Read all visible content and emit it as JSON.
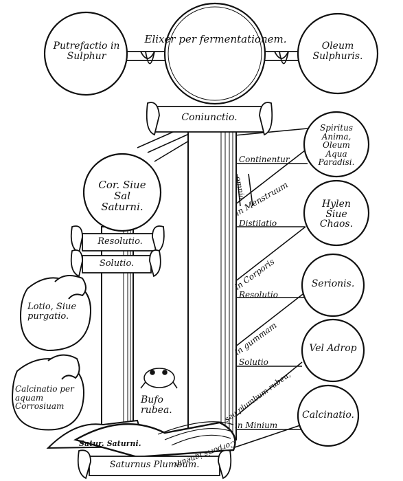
{
  "circles": {
    "elixir": "Elixer per fermentationem.",
    "putrefactio": "Putrefactio in Sulphur",
    "oleum": "Oleum Sulphuris.",
    "cor": "Cor. Siue Sal Saturni.",
    "spiritus": "Spiritus Anima, Oleum Aqua Paradisi.",
    "hylen": "Hylen Siue Chaos.",
    "serionis": "Serionis.",
    "adrop": "Vel Adrop",
    "calcinatio": "Calcinatio."
  },
  "scrolls": {
    "coniunctio": "Coniunctio.",
    "resolutio": "Resolutio.",
    "solutio": "Solutio.",
    "saturnus": "Saturnus Plumbum."
  },
  "right_labels": {
    "continentur": "Continentur",
    "menstruum": "in Menstruum",
    "distilatio": "Distilatio",
    "corporis": "in Corporis",
    "resolutio": "Resolutio",
    "gummam": "in gummam",
    "solutio": "Solutio",
    "plumbum": "seu plumbum rubeu,",
    "minium": "in Minium",
    "corporis_igneum": "Corporis igneum",
    "omnia": "omnia"
  },
  "left": {
    "lotio": "Lotio, Siue purgatio.",
    "calcinatio_aqua": "Calcinatio per aquam Corrosiuam",
    "bufo": "Bufo rubea.",
    "satur": "Satur. Saturni."
  },
  "colors": {
    "ink": "#111111",
    "paper": "#ffffff"
  }
}
